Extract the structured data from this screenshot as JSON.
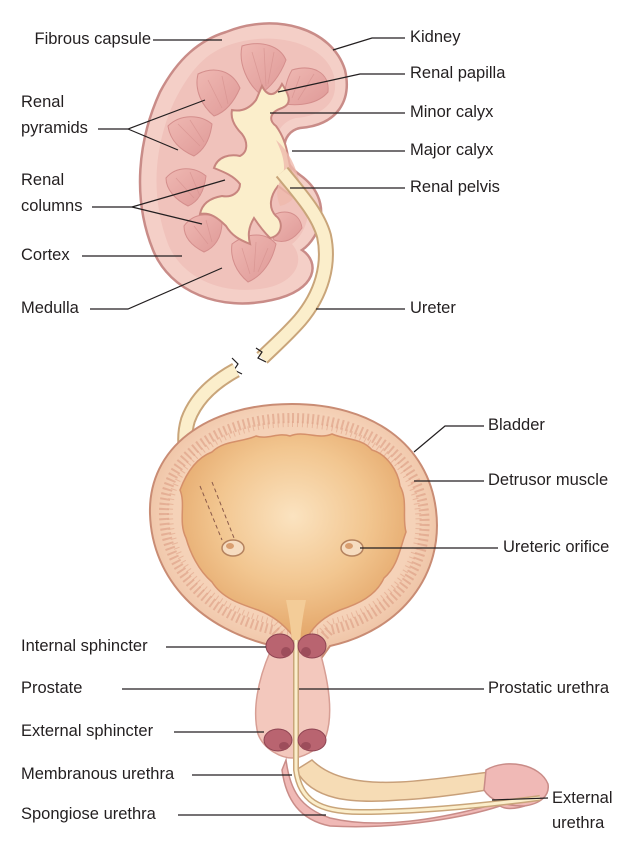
{
  "labels": {
    "fibrous_capsule": "Fibrous capsule",
    "renal_pyramids_1": "Renal",
    "renal_pyramids_2": "pyramids",
    "renal_columns_1": "Renal",
    "renal_columns_2": "columns",
    "cortex": "Cortex",
    "medulla": "Medulla",
    "kidney": "Kidney",
    "renal_papilla": "Renal papilla",
    "minor_calyx": "Minor calyx",
    "major_calyx": "Major calyx",
    "renal_pelvis": "Renal pelvis",
    "ureter": "Ureter",
    "bladder": "Bladder",
    "detrusor_muscle": "Detrusor muscle",
    "ureteric_orifice": "Ureteric orifice",
    "internal_sphincter": "Internal sphincter",
    "prostate": "Prostate",
    "prostatic_urethra": "Prostatic urethra",
    "external_sphincter": "External sphincter",
    "membranous_urethra": "Membranous urethra",
    "spongiose_urethra": "Spongiose urethra",
    "external_urethra_1": "External",
    "external_urethra_2": "urethra"
  },
  "colors": {
    "kidney_cortex": "#f4cfc7",
    "kidney_pyramid": "#e8a8a4",
    "calyx_fill": "#fbeecb",
    "bladder_wall": "#f2c9ae",
    "bladder_lumen": "#eab47e",
    "sphincter": "#b96470",
    "leader_line": "#231f20"
  }
}
